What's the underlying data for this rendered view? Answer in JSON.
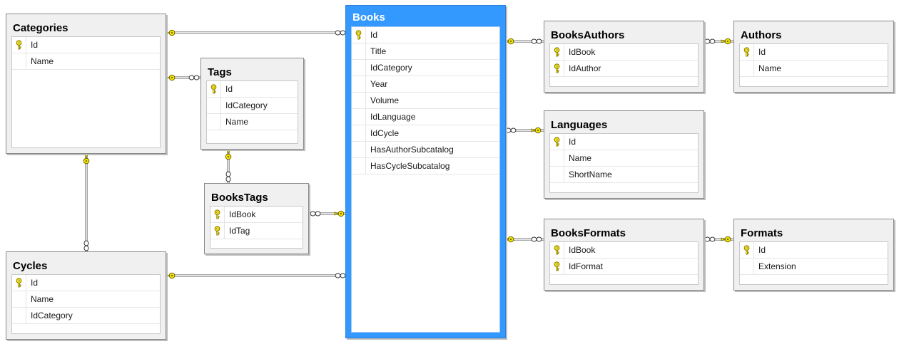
{
  "diagram": {
    "tables": [
      {
        "id": "categories",
        "name": "Categories",
        "columns": [
          {
            "name": "Id",
            "key": true
          },
          {
            "name": "Name",
            "key": false
          }
        ]
      },
      {
        "id": "tags",
        "name": "Tags",
        "columns": [
          {
            "name": "Id",
            "key": true
          },
          {
            "name": "IdCategory",
            "key": false
          },
          {
            "name": "Name",
            "key": false
          }
        ]
      },
      {
        "id": "bookstags",
        "name": "BooksTags",
        "columns": [
          {
            "name": "IdBook",
            "key": true
          },
          {
            "name": "IdTag",
            "key": true
          }
        ]
      },
      {
        "id": "cycles",
        "name": "Cycles",
        "columns": [
          {
            "name": "Id",
            "key": true
          },
          {
            "name": "Name",
            "key": false
          },
          {
            "name": "IdCategory",
            "key": false
          }
        ]
      },
      {
        "id": "books",
        "name": "Books",
        "selected": true,
        "columns": [
          {
            "name": "Id",
            "key": true
          },
          {
            "name": "Title",
            "key": false
          },
          {
            "name": "IdCategory",
            "key": false
          },
          {
            "name": "Year",
            "key": false
          },
          {
            "name": "Volume",
            "key": false
          },
          {
            "name": "IdLanguage",
            "key": false
          },
          {
            "name": "IdCycle",
            "key": false
          },
          {
            "name": "HasAuthorSubcatalog",
            "key": false
          },
          {
            "name": "HasCycleSubcatalog",
            "key": false
          }
        ]
      },
      {
        "id": "booksauthors",
        "name": "BooksAuthors",
        "columns": [
          {
            "name": "IdBook",
            "key": true
          },
          {
            "name": "IdAuthor",
            "key": true
          }
        ]
      },
      {
        "id": "authors",
        "name": "Authors",
        "columns": [
          {
            "name": "Id",
            "key": true
          },
          {
            "name": "Name",
            "key": false
          }
        ]
      },
      {
        "id": "languages",
        "name": "Languages",
        "columns": [
          {
            "name": "Id",
            "key": true
          },
          {
            "name": "Name",
            "key": false
          },
          {
            "name": "ShortName",
            "key": false
          }
        ]
      },
      {
        "id": "booksformats",
        "name": "BooksFormats",
        "columns": [
          {
            "name": "IdBook",
            "key": true
          },
          {
            "name": "IdFormat",
            "key": true
          }
        ]
      },
      {
        "id": "formats",
        "name": "Formats",
        "columns": [
          {
            "name": "Id",
            "key": true
          },
          {
            "name": "Extension",
            "key": false
          }
        ]
      }
    ],
    "relationships": [
      {
        "from": "categories",
        "to": "books"
      },
      {
        "from": "categories",
        "to": "tags"
      },
      {
        "from": "categories",
        "to": "cycles"
      },
      {
        "from": "tags",
        "to": "bookstags"
      },
      {
        "from": "books",
        "to": "bookstags"
      },
      {
        "from": "cycles",
        "to": "books"
      },
      {
        "from": "books",
        "to": "booksauthors"
      },
      {
        "from": "authors",
        "to": "booksauthors"
      },
      {
        "from": "languages",
        "to": "books"
      },
      {
        "from": "books",
        "to": "booksformats"
      },
      {
        "from": "formats",
        "to": "booksformats"
      }
    ],
    "colors": {
      "selected_table": "#3399ff",
      "key_icon": "#f5e400",
      "connector": "#909090"
    }
  }
}
